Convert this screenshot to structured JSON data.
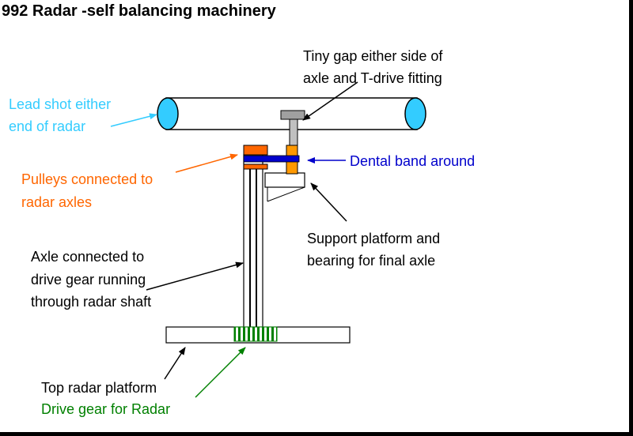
{
  "title": "992 Radar -self balancing machinery",
  "colors": {
    "lead_shot": "#33ccff",
    "pulley": "#ff6600",
    "dental_band": "#0000cc",
    "drive_gear": "#008000",
    "label_black": "#000000",
    "support_grey": "#c0c0c0"
  },
  "labels": {
    "tiny_gap": [
      "Tiny gap either side of",
      "axle and T-drive fitting"
    ],
    "lead_shot": [
      "Lead shot either",
      "end of radar"
    ],
    "dental_band": "Dental band around",
    "pulleys": [
      "Pulleys connected to",
      "radar axles"
    ],
    "support_platform": [
      "Support platform and",
      "bearing for final axle"
    ],
    "axle": [
      "Axle connected to",
      "drive gear running",
      "through radar shaft"
    ],
    "top_platform": "Top radar platform",
    "drive_gear": "Drive gear for Radar"
  }
}
